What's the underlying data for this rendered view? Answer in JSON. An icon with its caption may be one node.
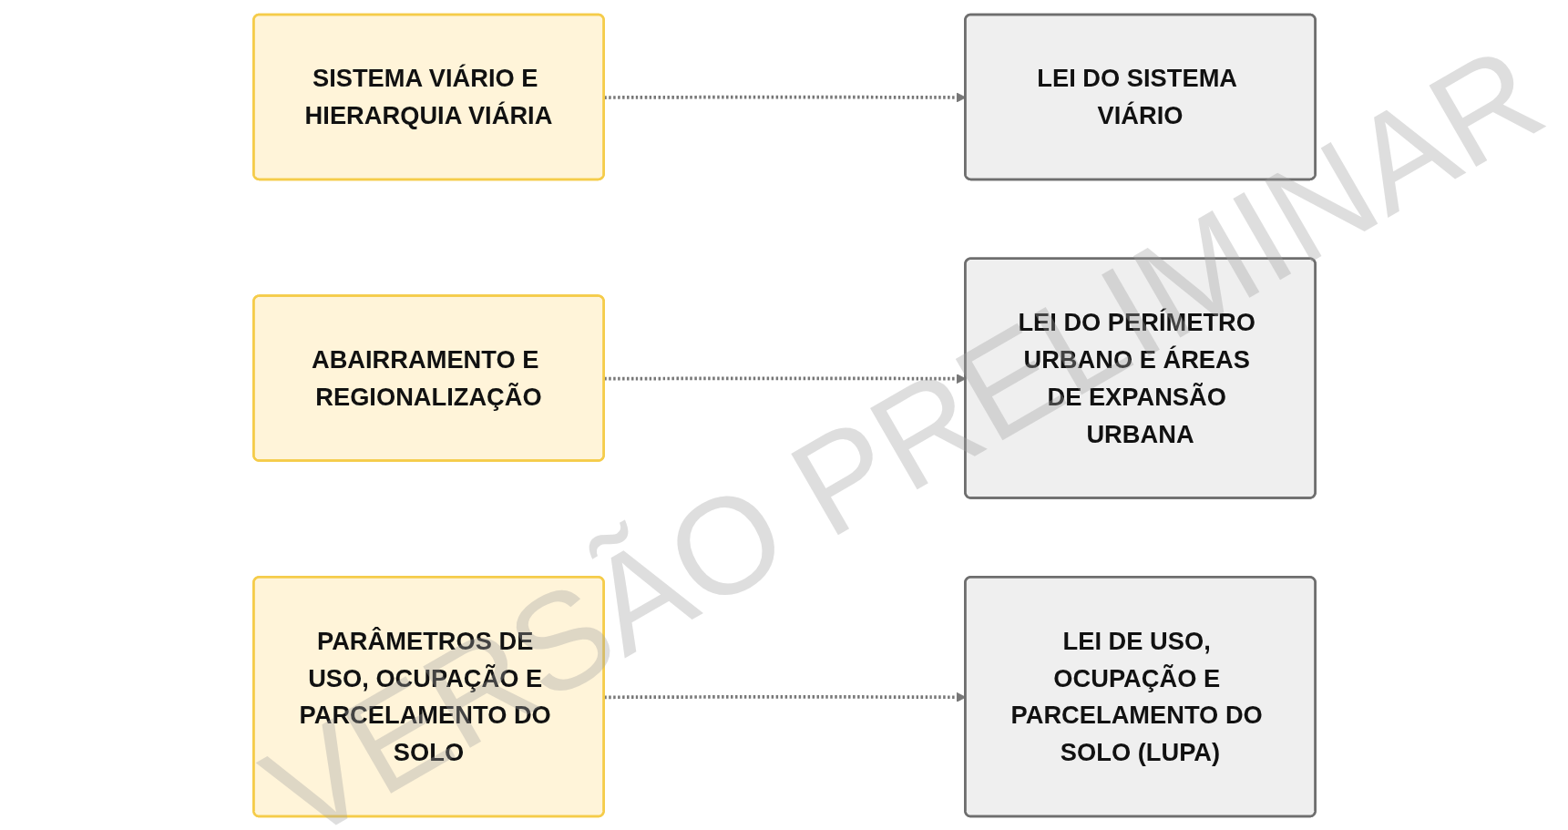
{
  "diagram": {
    "nodes": [
      {
        "text": [
          "SISTEMA VIÁRIO E HIERARQUIA VIÁRIA"
        ]
      },
      {
        "text": [
          "LEI DO SISTEMA VIÁRIO"
        ]
      },
      {
        "text": [
          "ABAIRRAMENTO E REGIONALIZAÇÃO"
        ]
      },
      {
        "text": [
          "LEI DO PERÍMETRO URBANO E ÁREAS DE EXPANSÃO URBANA"
        ]
      },
      {
        "text": [
          "PARÂMETROS DE USO, OCUPAÇÃO E PARCELAMENTO DO SOLO"
        ]
      },
      {
        "text": [
          "LEI DE USO, OCUPAÇÃO E PARCELAMENTO DO SOLO (LUPA)"
        ]
      }
    ],
    "edges": [
      {
        "from": 0,
        "to": 1,
        "arrow": "to",
        "style": "dashed"
      },
      {
        "from": 2,
        "to": 3,
        "arrow": "to",
        "style": "dashed"
      },
      {
        "from": 4,
        "to": 5,
        "arrow": "to",
        "style": "dashed"
      }
    ],
    "labels": [
      "VERSÃO PRELIMINAR"
    ]
  }
}
